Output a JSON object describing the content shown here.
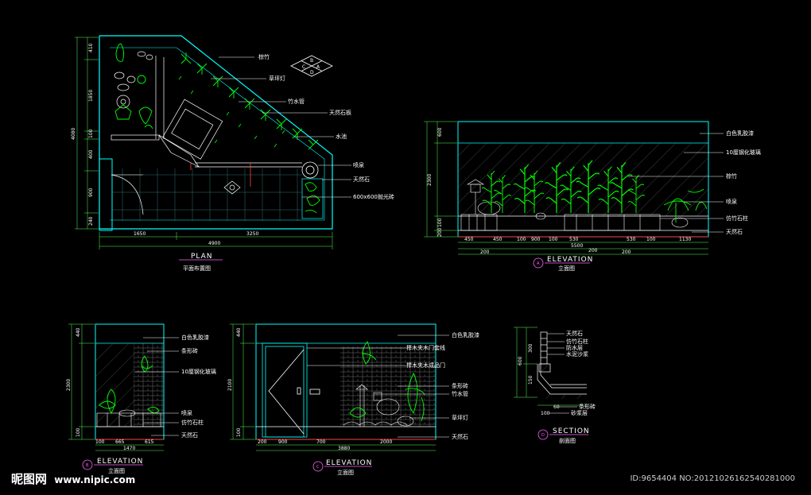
{
  "plan": {
    "labels": [
      "棕竹",
      "草坪灯",
      "竹水管",
      "天然石板",
      "水池",
      "喷泉",
      "天然石",
      "600x600抛光砖"
    ],
    "dims_left": [
      "410",
      "1850",
      "100",
      "400",
      "900",
      "240"
    ],
    "dim_total": "4080",
    "dims_bottom": [
      "1650",
      "3250"
    ],
    "dim_bottom_total": "4900",
    "title": "PLAN",
    "subtitle": "平面布置图"
  },
  "elev_a": {
    "labels": [
      "白色乳胶漆",
      "10厘钢化玻璃",
      "棕竹",
      "喷泉",
      "仿竹石柱",
      "天然石"
    ],
    "dims_left": [
      "600",
      "2300",
      "100",
      "200"
    ],
    "dims_bottom": [
      "450",
      "450",
      "100",
      "900",
      "100",
      "530",
      "530",
      "100",
      "1130"
    ],
    "dim_row2": [
      "200",
      "5500",
      "200",
      "200"
    ],
    "tag": "A",
    "title": "ELEVATION",
    "subtitle": "立面图"
  },
  "elev_b": {
    "labels": [
      "白色乳胶漆",
      "条形砖",
      "10厘钢化玻璃",
      "喷泉",
      "仿竹石柱",
      "天然石"
    ],
    "dims_left": [
      "440",
      "2300",
      "100"
    ],
    "dims_bottom": [
      "100",
      "665",
      "615"
    ],
    "dim_total": "1470",
    "tag": "B",
    "title": "ELEVATION",
    "subtitle": "立面图"
  },
  "elev_c": {
    "labels": [
      "白色乳胶漆",
      "榉木夹木门套线",
      "榉木夹木成品门",
      "条形砖",
      "竹水管",
      "草坪灯",
      "天然石"
    ],
    "dims_left": [
      "440",
      "2100",
      "100"
    ],
    "dims_bottom": [
      "200",
      "900",
      "700",
      "2000"
    ],
    "dim_total": "3880",
    "tag": "C",
    "title": "ELEVATION",
    "subtitle": "立面图"
  },
  "section_d": {
    "labels": [
      "天然石",
      "仿竹石柱",
      "防水层",
      "水泥沙浆",
      "条形砖",
      "砂浆层"
    ],
    "dims_left": [
      "300",
      "600",
      "150"
    ],
    "dims_bottom": [
      "100",
      "60"
    ],
    "tag": "D",
    "title": "SECTION",
    "subtitle": "剖面图"
  },
  "watermark": {
    "logo": "昵图网",
    "url": "www.nipic.com"
  },
  "image_id": "ID:9654404 NO:20121026162540281000",
  "colors": {
    "bg": "#000000",
    "line": "#00ffff",
    "plant": "#00ff00",
    "text": "#ffffff",
    "accent": "#ff66ff",
    "dim": "#55ff55"
  }
}
